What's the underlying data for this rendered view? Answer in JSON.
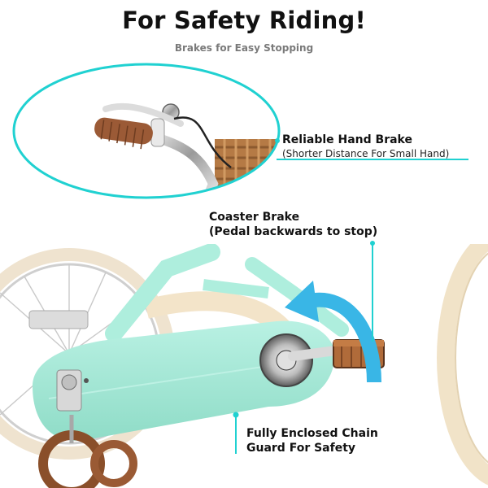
{
  "header": {
    "title": "For Safety Riding!",
    "subtitle": "Brakes for Easy Stopping"
  },
  "callouts": {
    "hand_brake": {
      "title": "Reliable Hand Brake",
      "note": "(Shorter Distance For Small Hand)"
    },
    "coaster_brake": {
      "line1": "Coaster Brake",
      "line2": "(Pedal backwards to stop)"
    },
    "chain_guard": {
      "line1": "Fully Enclosed Chain",
      "line2": "Guard For Safety"
    }
  },
  "colors": {
    "accent": "#20d1d1",
    "mint_frame": "#a8ecd9",
    "tire_cream": "#f1e3c8",
    "grip_brown": "#9b5a36",
    "arrow_blue": "#39b6e6"
  },
  "icons": {
    "rotation_arrow": "curved-arrow-icon"
  }
}
